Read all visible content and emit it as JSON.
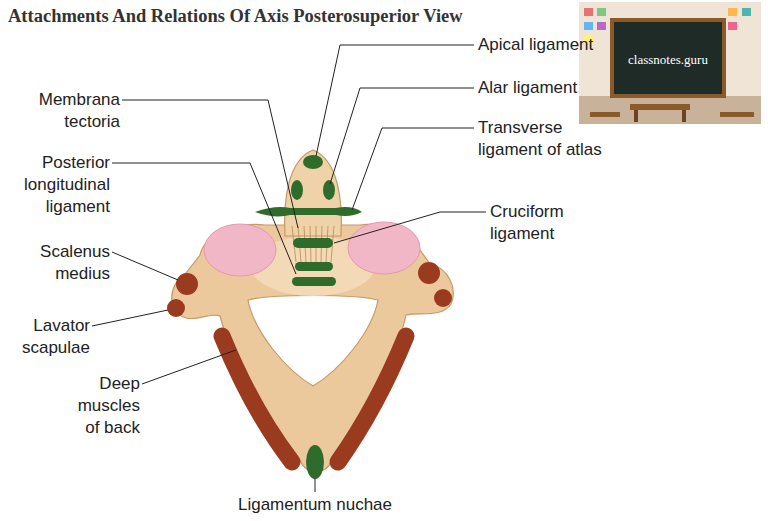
{
  "diagram": {
    "title": "Attachments And Relations Of Axis Posterosuperior View",
    "labels": [
      "Membrana tectoria",
      "Posterior longitudinal ligament",
      "Scalenus medius",
      "Lavator scapulae",
      "Deep muscles of back",
      "Ligamentum nuchae",
      "Apical ligament",
      "Alar ligament",
      "Transverse ligament of atlas",
      "Cruciform ligament",
      "classnotes.guru"
    ]
  }
}
